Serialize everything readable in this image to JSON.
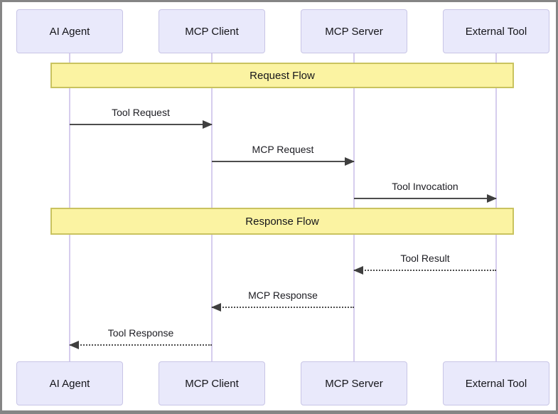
{
  "diagram": {
    "type": "sequence",
    "actors": [
      {
        "label": "AI Agent"
      },
      {
        "label": "MCP Client"
      },
      {
        "label": "MCP Server"
      },
      {
        "label": "External Tool"
      }
    ],
    "sections": [
      {
        "label": "Request Flow"
      },
      {
        "label": "Response Flow"
      }
    ],
    "messages": [
      {
        "label": "Tool Request",
        "from": "AI Agent",
        "to": "MCP Client",
        "line": "solid"
      },
      {
        "label": "MCP Request",
        "from": "MCP Client",
        "to": "MCP Server",
        "line": "solid"
      },
      {
        "label": "Tool Invocation",
        "from": "MCP Server",
        "to": "External Tool",
        "line": "solid"
      },
      {
        "label": "Tool Result",
        "from": "External Tool",
        "to": "MCP Server",
        "line": "dotted"
      },
      {
        "label": "MCP Response",
        "from": "MCP Server",
        "to": "MCP Client",
        "line": "dotted"
      },
      {
        "label": "Tool Response",
        "from": "MCP Client",
        "to": "AI Agent",
        "line": "dotted"
      }
    ],
    "colors": {
      "actor_fill": "#e9e9fb",
      "actor_border": "#c8c5e6",
      "band_fill": "#fbf3a2",
      "band_border": "#c9c35f",
      "lifeline": "#d6cdee",
      "arrow": "#4d4d4d",
      "frame": "#858585"
    }
  }
}
